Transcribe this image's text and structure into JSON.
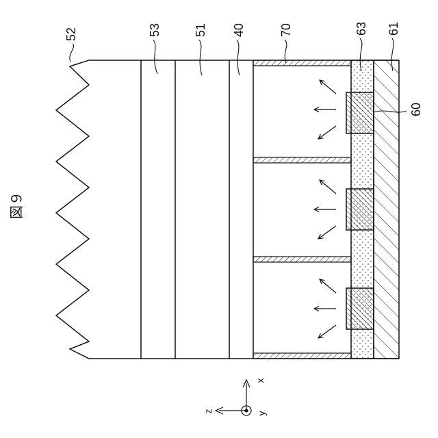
{
  "figure": {
    "title": "図９"
  },
  "labels": {
    "l52": "52",
    "l53": "53",
    "l51": "51",
    "l40": "40",
    "l70": "70",
    "l63": "63",
    "l61": "61",
    "l60": "60"
  },
  "axes": {
    "x": "x",
    "y": "y",
    "z": "z"
  }
}
